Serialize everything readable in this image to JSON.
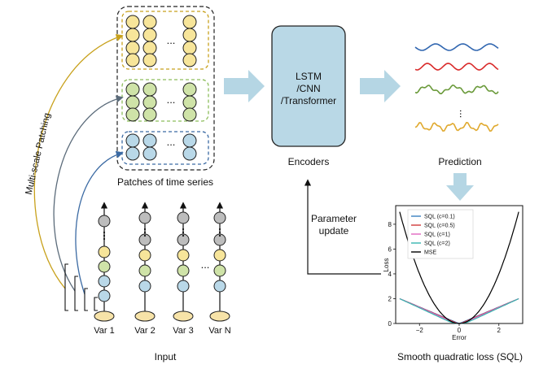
{
  "labels": {
    "patches_caption": "Patches of time series",
    "multiscale": "Multi-scale Patching",
    "encoder_line1": "LSTM",
    "encoder_line2": "/CNN",
    "encoder_line3": "/Transformer",
    "encoders_caption": "Encoders",
    "prediction_caption": "Prediction",
    "param_update_line1": "Parameter",
    "param_update_line2": "update",
    "input_caption": "Input",
    "sql_caption": "Smooth quadratic loss (SQL)",
    "ellipsis": "..."
  },
  "variables": [
    "Var 1",
    "Var 2",
    "Var 3",
    "Var N"
  ],
  "colors": {
    "yellow_group": "#c8a11c",
    "green_group": "#8cbd5a",
    "blue_group": "#3b6aa3",
    "node_yellow": "#f7e59a",
    "node_green": "#cfe3a8",
    "node_blue": "#b9d8e8",
    "node_gray": "#bdbdbd",
    "encoder_fill": "#b9d8e6",
    "arrow_fill": "#b5d6e4"
  },
  "predictions": [
    {
      "color": "#3066b0"
    },
    {
      "color": "#d92a2a"
    },
    {
      "color": "#6a9a3a"
    },
    {
      "color": "#e0a92e"
    }
  ],
  "chart_data": {
    "type": "line",
    "xlabel": "Error",
    "ylabel": "Loss",
    "xlim": [
      -3.2,
      3.2
    ],
    "ylim": [
      0,
      9.5
    ],
    "x_ticks": [
      -2,
      0,
      2
    ],
    "y_ticks": [
      0,
      2,
      4,
      6,
      8
    ],
    "legend_position": "top-left",
    "series": [
      {
        "name": "SQL (c=0.1)",
        "color": "#3a7fc0",
        "c": 0.1
      },
      {
        "name": "SQL (c=0.5)",
        "color": "#d03a3a",
        "c": 0.5
      },
      {
        "name": "SQL (c=1)",
        "color": "#e066c0",
        "c": 1
      },
      {
        "name": "SQL (c=2)",
        "color": "#35b5b0",
        "c": 2
      },
      {
        "name": "MSE",
        "color": "#000000",
        "c": null
      }
    ]
  }
}
